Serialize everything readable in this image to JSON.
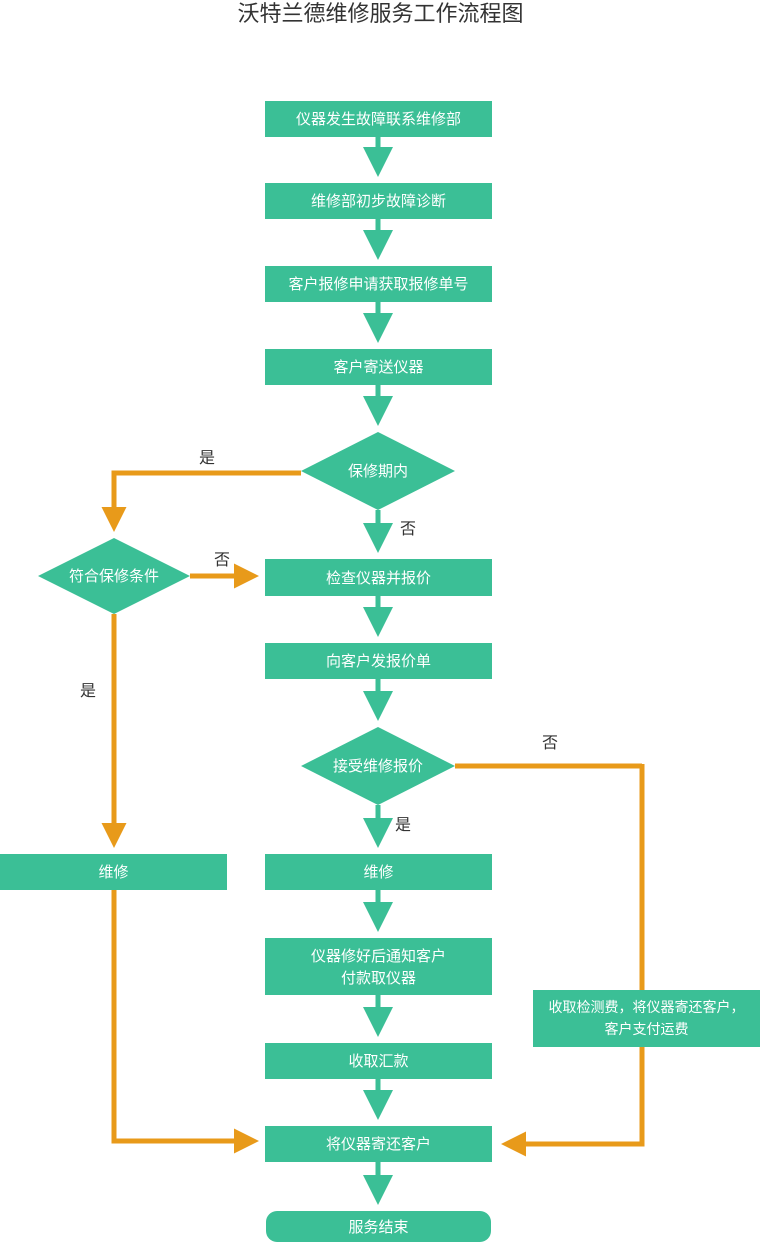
{
  "title": "沃特兰德维修服务工作流程图",
  "colors": {
    "node": "#3bbf96",
    "main_arrow": "#3bbf96",
    "branch_arrow": "#e89a1a"
  },
  "nodes": {
    "contact_repair": "仪器发生故障联系维修部",
    "initial_diagnosis": "维修部初步故障诊断",
    "apply_repair_number": "客户报修申请获取报修单号",
    "ship_instrument": "客户寄送仪器",
    "check_quote": "检查仪器并报价",
    "send_quote": "向客户发报价单",
    "repair_main": "维修",
    "notify_customer_line1": "仪器修好后通知客户",
    "notify_customer_line2": "付款取仪器",
    "collect_payment": "收取汇款",
    "return_instrument": "将仪器寄还客户",
    "service_end": "服务结束",
    "repair_warranty": "维修",
    "inspection_fee_line1": "收取检测费，将仪器寄还客户，",
    "inspection_fee_line2": "客户支付运费"
  },
  "decisions": {
    "in_warranty": "保修期内",
    "meets_warranty": "符合保修条件",
    "accept_quote": "接受维修报价"
  },
  "edge_labels": {
    "in_warranty_yes": "是",
    "in_warranty_no": "否",
    "meets_warranty_no": "否",
    "meets_warranty_yes": "是",
    "accept_quote_no": "否",
    "accept_quote_yes": "是"
  }
}
